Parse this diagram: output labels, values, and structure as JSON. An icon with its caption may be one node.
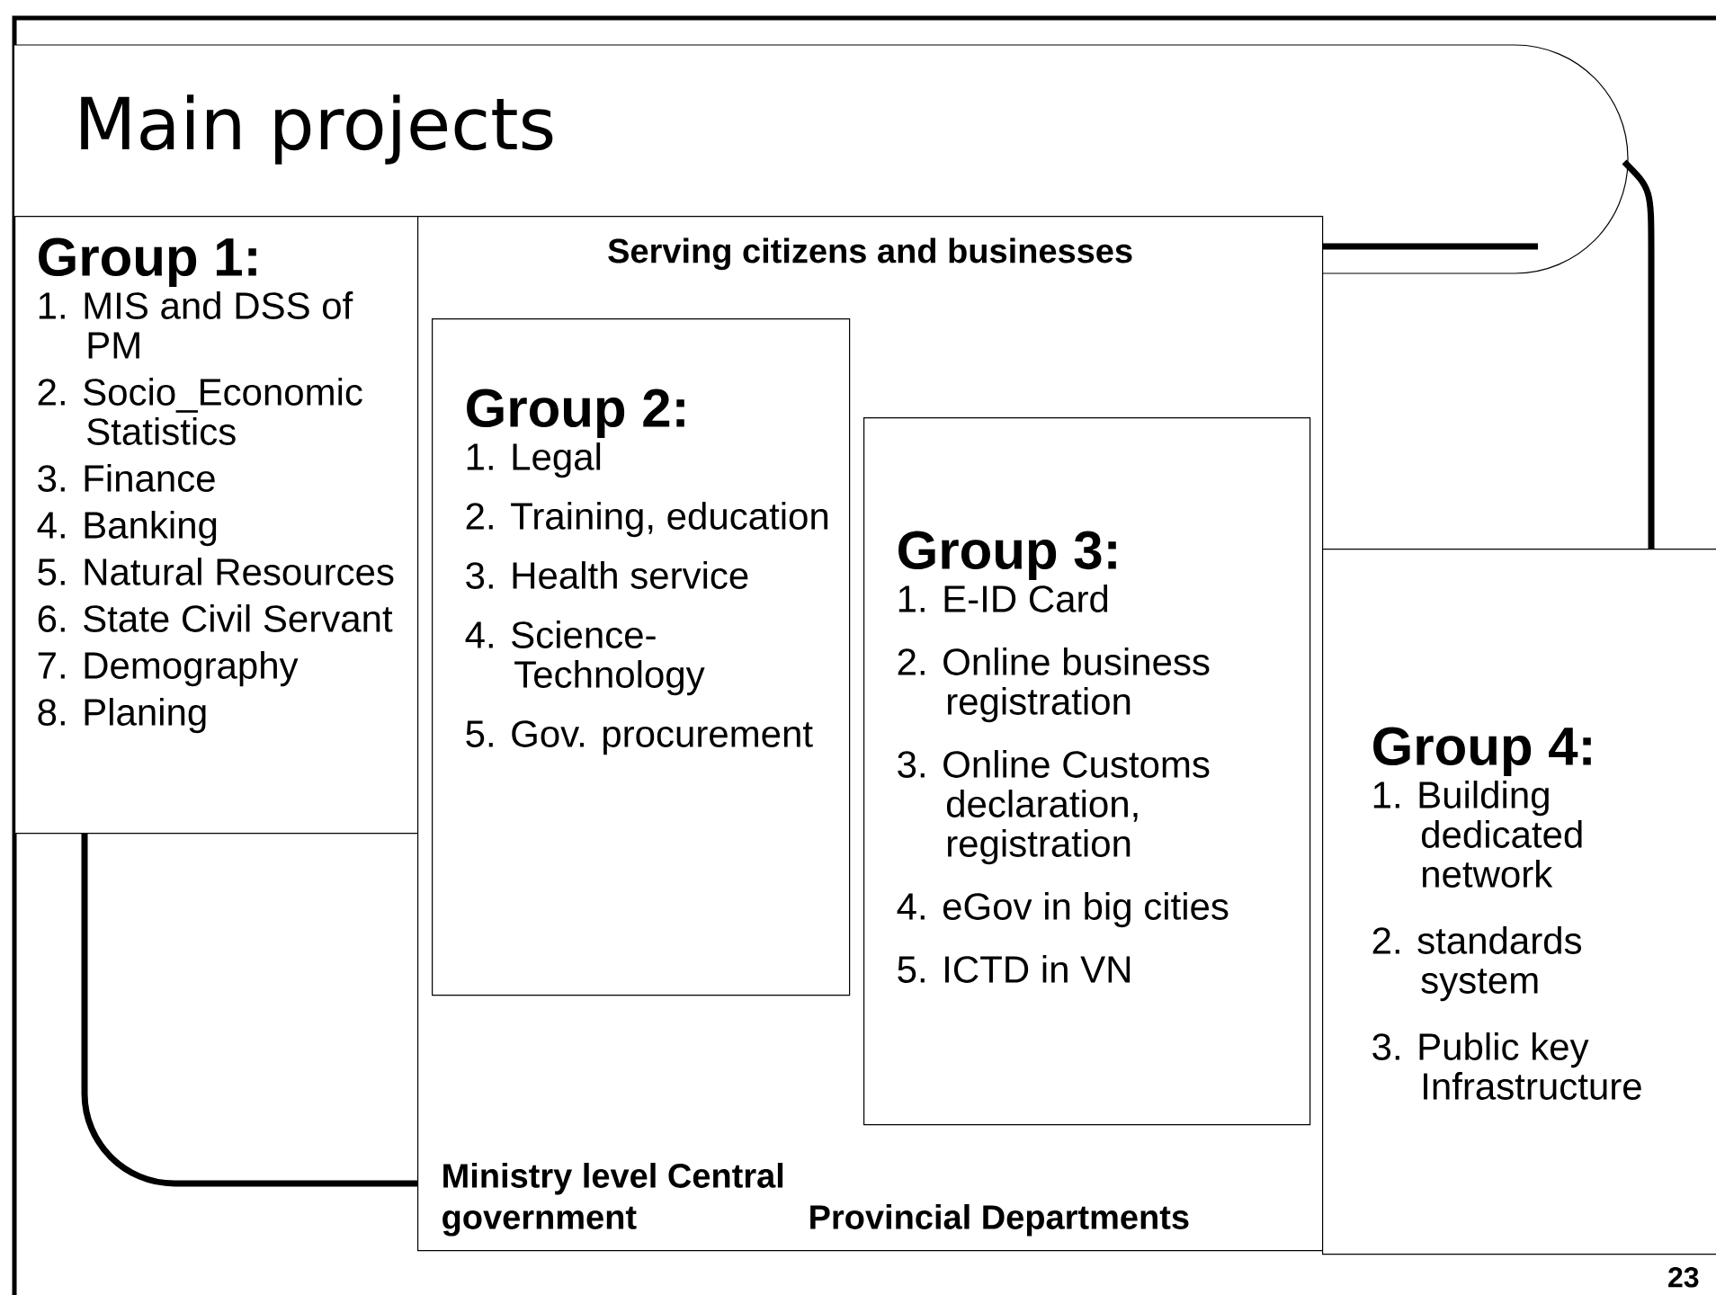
{
  "diagram": {
    "title": "Main projects",
    "nodes": [
      {
        "text": [
          "Group 1:",
          "1. MIS and DSS of PM",
          "2. Socio_Economic Statistics",
          "3. Finance",
          "4. Banking",
          "5. Natural Resources",
          "6. State Civil Servant",
          "7. Demography",
          "8. Planing"
        ]
      },
      {
        "text": [
          "Serving citizens and businesses",
          "Ministry level Central government",
          "Provincial Departments"
        ]
      },
      {
        "text": [
          "Group 2:",
          "1. Legal",
          "2. Training, education",
          "3. Health service",
          "4. Science- Technology",
          "5. Gov. procurement"
        ],
        "in": 1
      },
      {
        "text": [
          "Group 3:",
          "1. E-ID Card",
          "2. Online business registration",
          "3. Online Customs declaration, registration",
          "4. eGov in big cities",
          "5. ICTD in VN"
        ],
        "in": 1
      },
      {
        "text": [
          "Group 4:",
          "1. Building dedicated network",
          "2. standards system",
          "3. Public key Infrastructure"
        ]
      }
    ],
    "labels": [
      "23"
    ]
  }
}
